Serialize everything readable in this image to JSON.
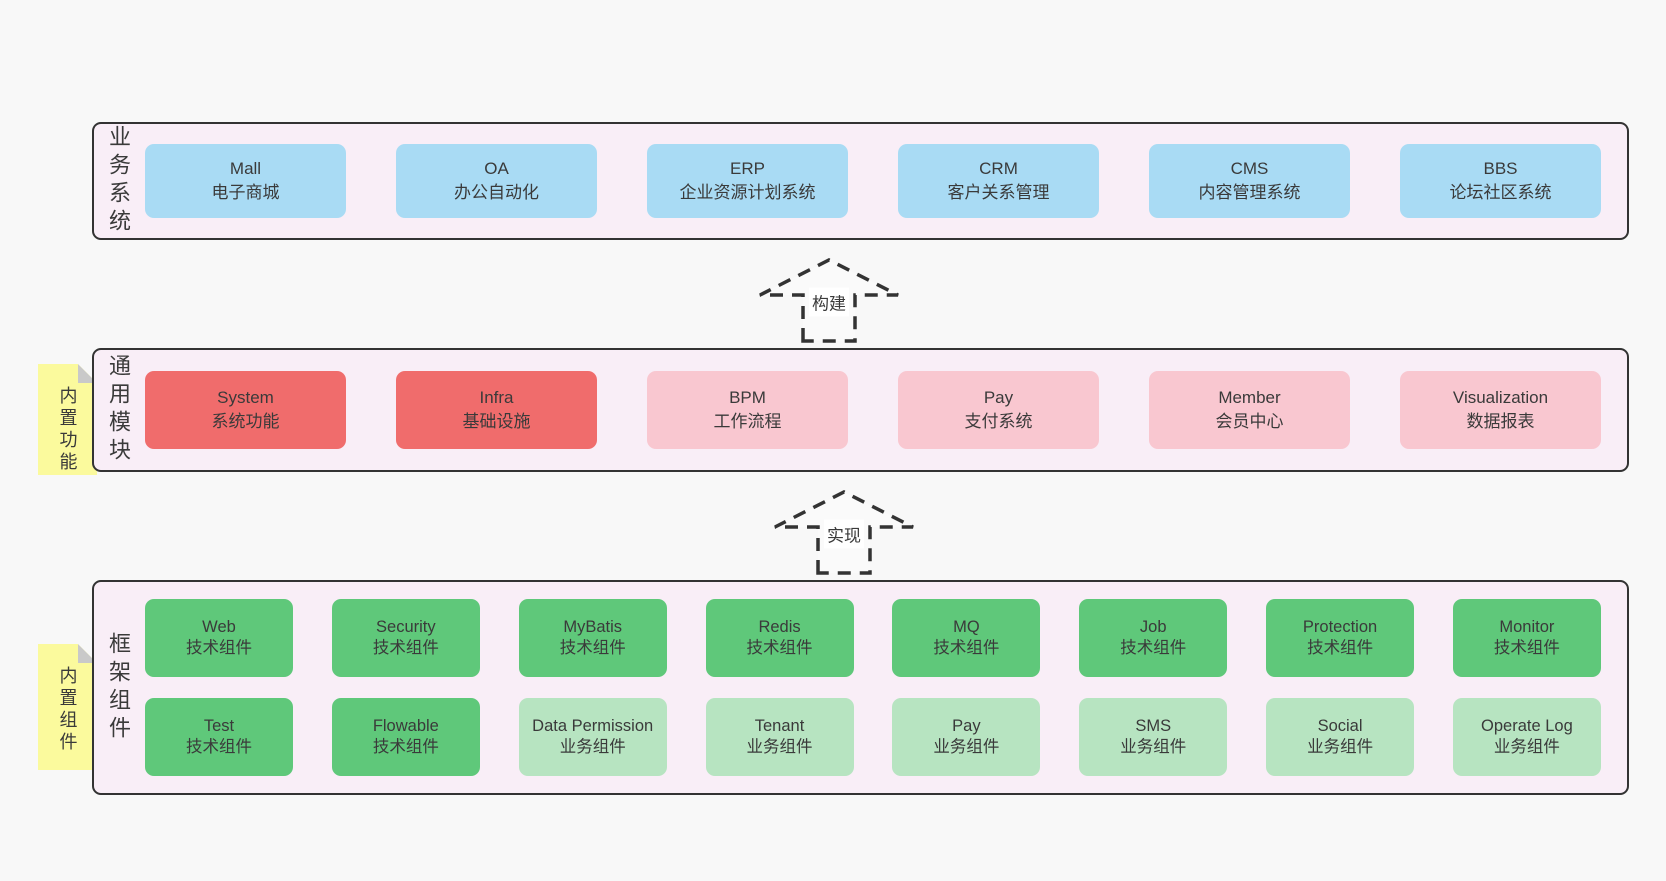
{
  "colors": {
    "page-bg": "#f8f8f8",
    "layer-bg": "#f9eef7",
    "line": "#333333",
    "text": "#3a3a3a",
    "blue": "#a9dbf4",
    "red": "#f06c6c",
    "pink": "#f9c7d0",
    "green": "#5fc87a",
    "green-light": "#b7e4c1",
    "note-bg": "#fbfa9d",
    "note-fold": "#c9c9c9",
    "arrow-fill": "#fafafa",
    "arrow-label-bg": "#ffffff"
  },
  "layers": [
    {
      "id": "business-systems",
      "label": "业务系统",
      "rows": [
        [
          {
            "title": "Mall",
            "subtitle": "电子商城",
            "variant": "blue"
          },
          {
            "title": "OA",
            "subtitle": "办公自动化",
            "variant": "blue"
          },
          {
            "title": "ERP",
            "subtitle": "企业资源计划系统",
            "variant": "blue"
          },
          {
            "title": "CRM",
            "subtitle": "客户关系管理",
            "variant": "blue"
          },
          {
            "title": "CMS",
            "subtitle": "内容管理系统",
            "variant": "blue"
          },
          {
            "title": "BBS",
            "subtitle": "论坛社区系统",
            "variant": "blue"
          }
        ]
      ]
    },
    {
      "id": "common-modules",
      "label": "通用模块",
      "note": "内置功能",
      "rows": [
        [
          {
            "title": "System",
            "subtitle": "系统功能",
            "variant": "red"
          },
          {
            "title": "Infra",
            "subtitle": "基础设施",
            "variant": "red"
          },
          {
            "title": "BPM",
            "subtitle": "工作流程",
            "variant": "pink"
          },
          {
            "title": "Pay",
            "subtitle": "支付系统",
            "variant": "pink"
          },
          {
            "title": "Member",
            "subtitle": "会员中心",
            "variant": "pink"
          },
          {
            "title": "Visualization",
            "subtitle": "数据报表",
            "variant": "pink"
          }
        ]
      ]
    },
    {
      "id": "framework-components",
      "label": "框架组件",
      "note": "内置组件",
      "rows": [
        [
          {
            "title": "Web",
            "subtitle": "技术组件",
            "variant": "green"
          },
          {
            "title": "Security",
            "subtitle": "技术组件",
            "variant": "green"
          },
          {
            "title": "MyBatis",
            "subtitle": "技术组件",
            "variant": "green"
          },
          {
            "title": "Redis",
            "subtitle": "技术组件",
            "variant": "green"
          },
          {
            "title": "MQ",
            "subtitle": "技术组件",
            "variant": "green"
          },
          {
            "title": "Job",
            "subtitle": "技术组件",
            "variant": "green"
          },
          {
            "title": "Protection",
            "subtitle": "技术组件",
            "variant": "green"
          },
          {
            "title": "Monitor",
            "subtitle": "技术组件",
            "variant": "green"
          }
        ],
        [
          {
            "title": "Test",
            "subtitle": "技术组件",
            "variant": "green"
          },
          {
            "title": "Flowable",
            "subtitle": "技术组件",
            "variant": "green"
          },
          {
            "title": "Data Permission",
            "subtitle": "业务组件",
            "variant": "green-light"
          },
          {
            "title": "Tenant",
            "subtitle": "业务组件",
            "variant": "green-light"
          },
          {
            "title": "Pay",
            "subtitle": "业务组件",
            "variant": "green-light"
          },
          {
            "title": "SMS",
            "subtitle": "业务组件",
            "variant": "green-light"
          },
          {
            "title": "Social",
            "subtitle": "业务组件",
            "variant": "green-light"
          },
          {
            "title": "Operate Log",
            "subtitle": "业务组件",
            "variant": "green-light"
          }
        ]
      ]
    }
  ],
  "arrows": [
    {
      "label": "构建"
    },
    {
      "label": "实现"
    }
  ]
}
